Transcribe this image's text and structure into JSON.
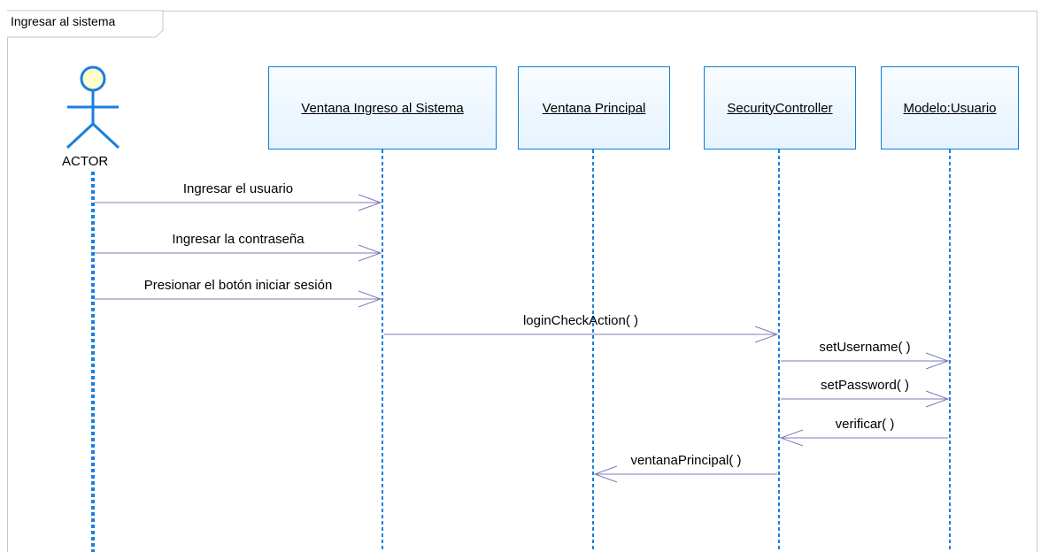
{
  "frame": {
    "title": "Ingresar al sistema"
  },
  "actor": {
    "name": "ACTOR"
  },
  "lifelines": [
    {
      "label": "Ventana Ingreso al Sistema"
    },
    {
      "label": "Ventana Principal"
    },
    {
      "label": "SecurityController"
    },
    {
      "label": "Modelo:Usuario"
    }
  ],
  "messages": [
    {
      "label": "Ingresar el usuario"
    },
    {
      "label": "Ingresar la contraseña"
    },
    {
      "label": "Presionar el botón iniciar sesión"
    },
    {
      "label": "loginCheckAction( )"
    },
    {
      "label": "setUsername( )"
    },
    {
      "label": "setPassword( )"
    },
    {
      "label": "verificar( )"
    },
    {
      "label": "ventanaPrincipal( )"
    }
  ],
  "colors": {
    "lifeline_blue": "#1a7fe0",
    "box_border": "#0a7fdc",
    "message_line": "#7b7bb9",
    "actor_head_fill": "#ffffcc",
    "frame_border": "#c6c6c6"
  }
}
